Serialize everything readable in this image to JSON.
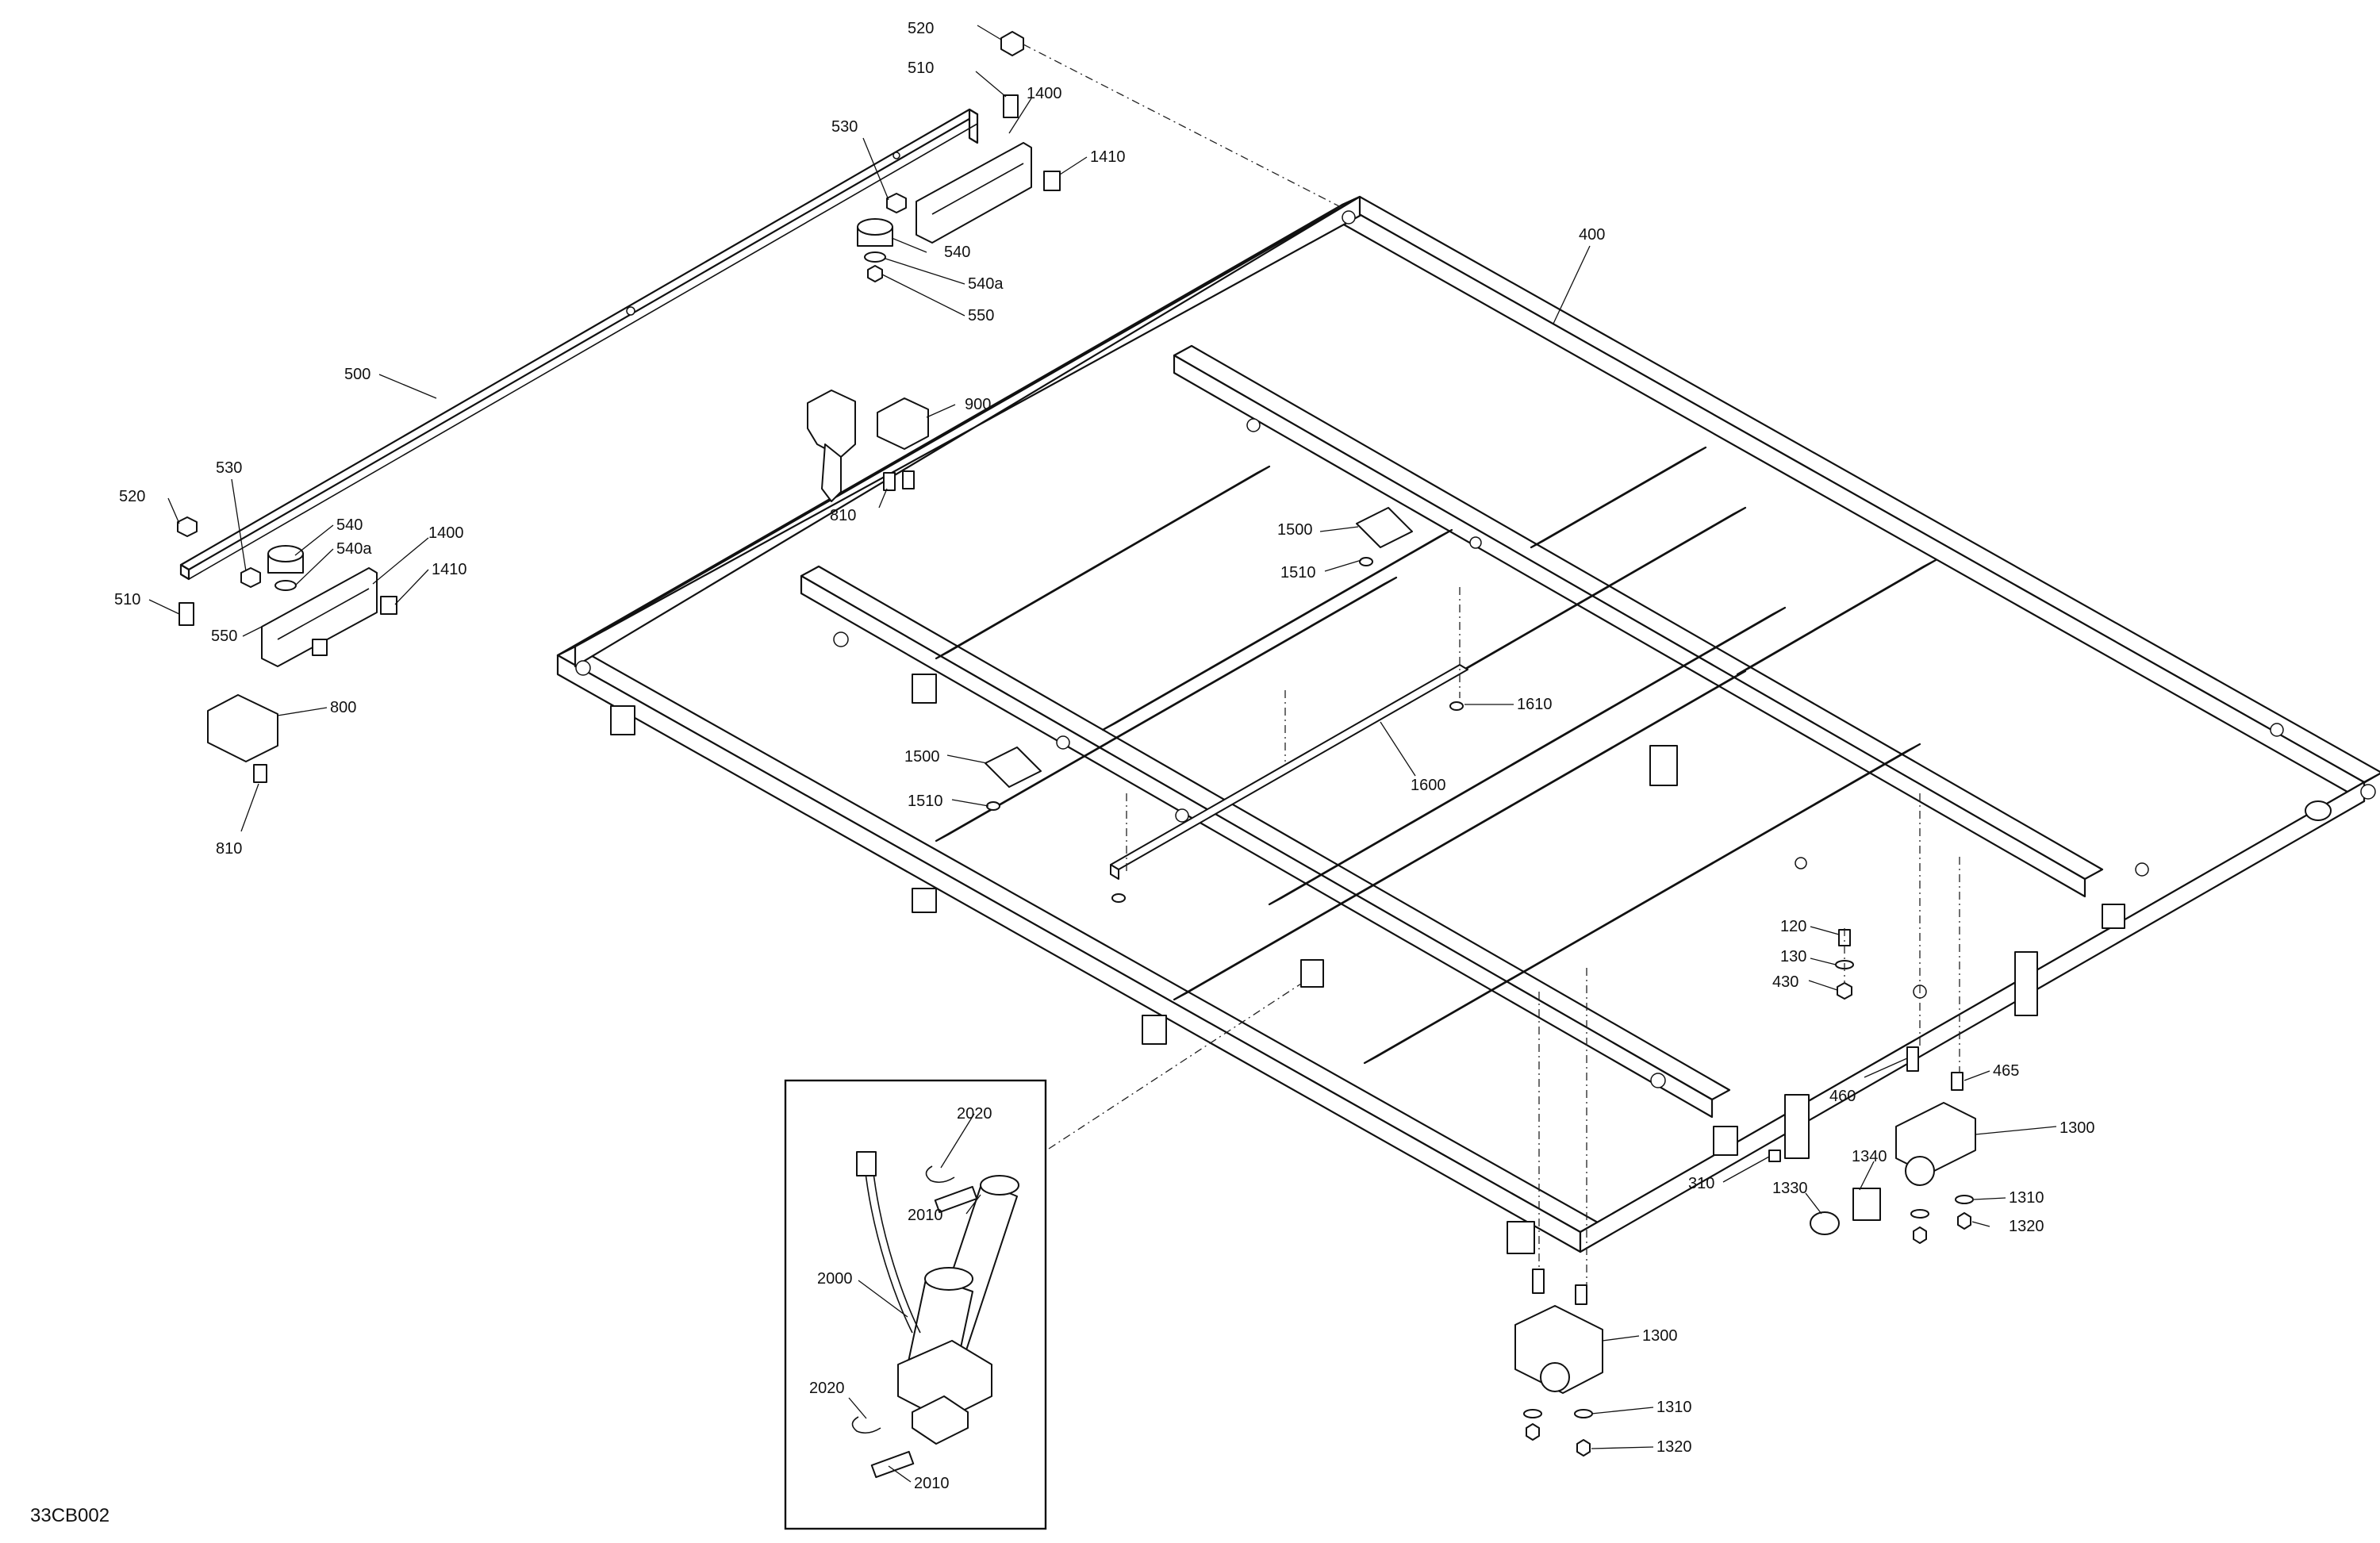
{
  "diagram_id": "33CB002",
  "callouts": [
    {
      "text": "520"
    },
    {
      "text": "510"
    },
    {
      "text": "1400"
    },
    {
      "text": "1410"
    },
    {
      "text": "530"
    },
    {
      "text": "540"
    },
    {
      "text": "540a"
    },
    {
      "text": "550"
    },
    {
      "text": "400"
    },
    {
      "text": "500"
    },
    {
      "text": "900"
    },
    {
      "text": "810"
    },
    {
      "text": "520"
    },
    {
      "text": "530"
    },
    {
      "text": "540"
    },
    {
      "text": "540a"
    },
    {
      "text": "1400"
    },
    {
      "text": "1410"
    },
    {
      "text": "510"
    },
    {
      "text": "550"
    },
    {
      "text": "1500"
    },
    {
      "text": "1510"
    },
    {
      "text": "800"
    },
    {
      "text": "1610"
    },
    {
      "text": "1600"
    },
    {
      "text": "1500"
    },
    {
      "text": "1510"
    },
    {
      "text": "810"
    },
    {
      "text": "120"
    },
    {
      "text": "130"
    },
    {
      "text": "430"
    },
    {
      "text": "465"
    },
    {
      "text": "460"
    },
    {
      "text": "1300"
    },
    {
      "text": "2020"
    },
    {
      "text": "2010"
    },
    {
      "text": "310"
    },
    {
      "text": "1340"
    },
    {
      "text": "1330"
    },
    {
      "text": "1310"
    },
    {
      "text": "1320"
    },
    {
      "text": "2000"
    },
    {
      "text": "1300"
    },
    {
      "text": "2020"
    },
    {
      "text": "1310"
    },
    {
      "text": "2010"
    },
    {
      "text": "1320"
    }
  ]
}
